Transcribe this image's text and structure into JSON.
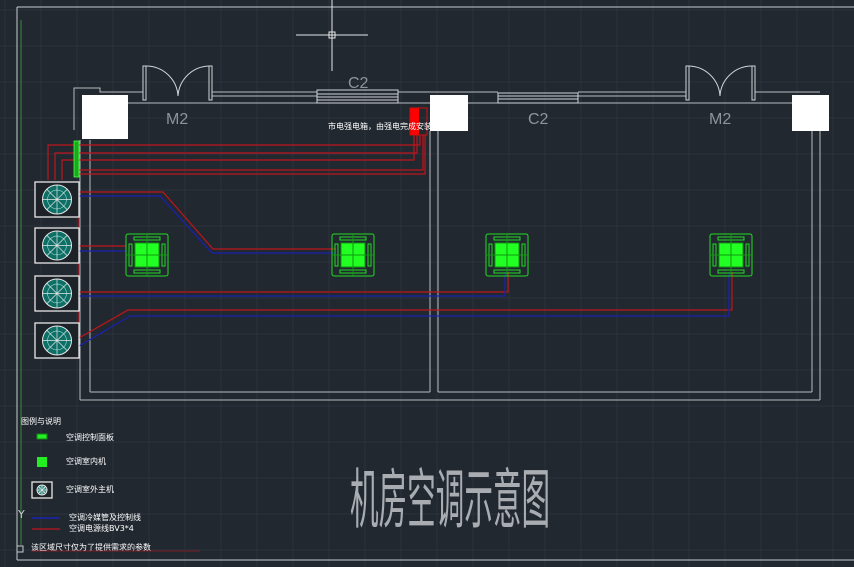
{
  "drawing": {
    "title": "机房空调示意图",
    "door_labels": [
      "M2",
      "M2"
    ],
    "window_labels": [
      "C2",
      "C2"
    ],
    "panel_note": "市电强电箱，由强电完成安装"
  },
  "legend": {
    "heading": "图例与说明",
    "items": [
      {
        "symbol": "control-panel",
        "label": "空调控制面板"
      },
      {
        "symbol": "indoor-unit",
        "label": "空调室内机"
      },
      {
        "symbol": "outdoor-unit",
        "label": "空调室外主机"
      },
      {
        "symbol": "blue-line",
        "label": "空调冷媒管及控制线"
      },
      {
        "symbol": "red-line",
        "label": "空调电源线BV3*4"
      }
    ],
    "footnote": "该区域尺寸仅为了提供需求的参数",
    "ucs_label": "Y"
  },
  "colors": {
    "background": "#212830",
    "grid": "#2b323b",
    "wall": "#b8bcc0",
    "power_line": "#c0141c",
    "refrigerant_line": "#1a22b0",
    "unit_green": "#22ee22"
  }
}
